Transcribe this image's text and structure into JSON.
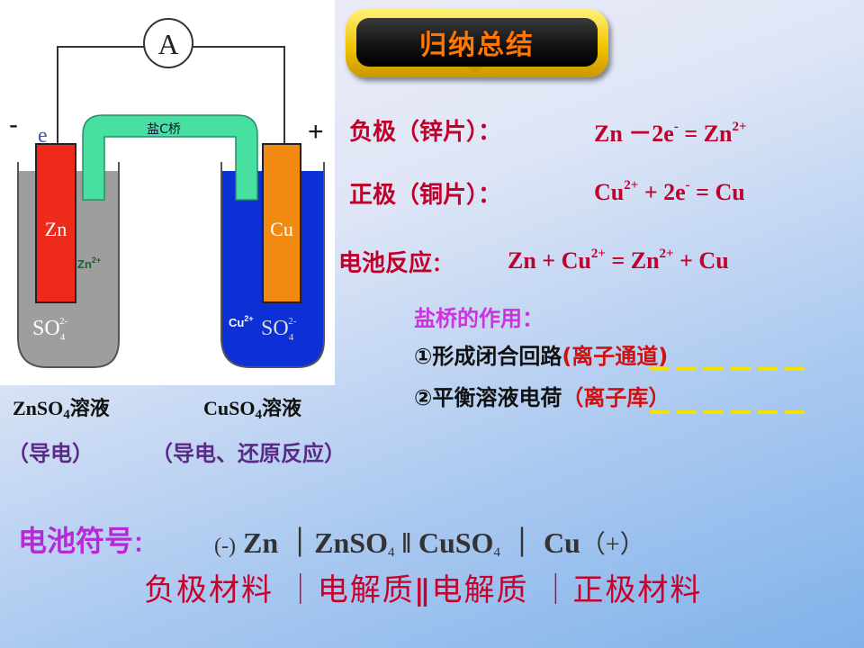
{
  "diagram": {
    "ammeter": "A",
    "minus_sign": "-",
    "electron": "e",
    "plus_sign": "+",
    "salt_bridge": "盐C桥",
    "zn_electrode": "Zn",
    "cu_electrode": "Cu",
    "zn_ion": "Zn",
    "zn_ion_charge": "2+",
    "cu_ion": "Cu",
    "cu_ion_charge": "2+",
    "so4_left": "SO",
    "so4_left_sub": "4",
    "so4_left_sup": "2-",
    "so4_right": "SO",
    "so4_right_sub": "4",
    "so4_right_sup": "2-",
    "colors": {
      "zn": "#ee2a1a",
      "cu": "#f08a10",
      "left_solution": "#9e9e9e",
      "right_solution": "#0d2fd6",
      "bridge": "#48e0a0"
    }
  },
  "title": "归纳总结",
  "negative": {
    "label": "负极（锌片）：",
    "f1": "Zn －2e",
    "f1_sup": "-",
    "f2": " = Zn",
    "f2_sup": "2+"
  },
  "positive": {
    "label": "正极（铜片）：",
    "f1": "Cu",
    "f1_sup": "2+",
    "f2": " + 2e",
    "f2_sup": "-",
    "f3": " =  Cu"
  },
  "reaction": {
    "label": "电池反应",
    "colon": "：",
    "f1": "Zn + Cu",
    "f1_sup": "2+",
    "f2": " = Zn",
    "f2_sup": "2+",
    "f3": " + Cu"
  },
  "salt_bridge_role": {
    "heading": "盐桥的作用：",
    "item1": "①形成闭合回路",
    "item1_note": "(离子通道)",
    "item2": "②平衡溶液电荷",
    "item2_note": "（离子库）"
  },
  "solutions": {
    "left": "ZnSO",
    "left_sub": "4",
    "left_tail": "溶液",
    "right": "CuSO",
    "right_sub": "4",
    "right_tail": "溶液",
    "left_role": "（导电）",
    "right_role": "（导电、还原反应）"
  },
  "cell_symbol": {
    "label": "电池符号",
    "colon": "：",
    "neg": "(-)",
    "zn": " Zn  ｜ZnSO",
    "zn_sub": "4",
    "bridge": " ǁ CuSO",
    "cu_sub": "4",
    "cu": " ｜ Cu",
    "pos": "（+）"
  },
  "materials": "负极材料 ｜电解质ǁ电解质 ｜正极材料"
}
